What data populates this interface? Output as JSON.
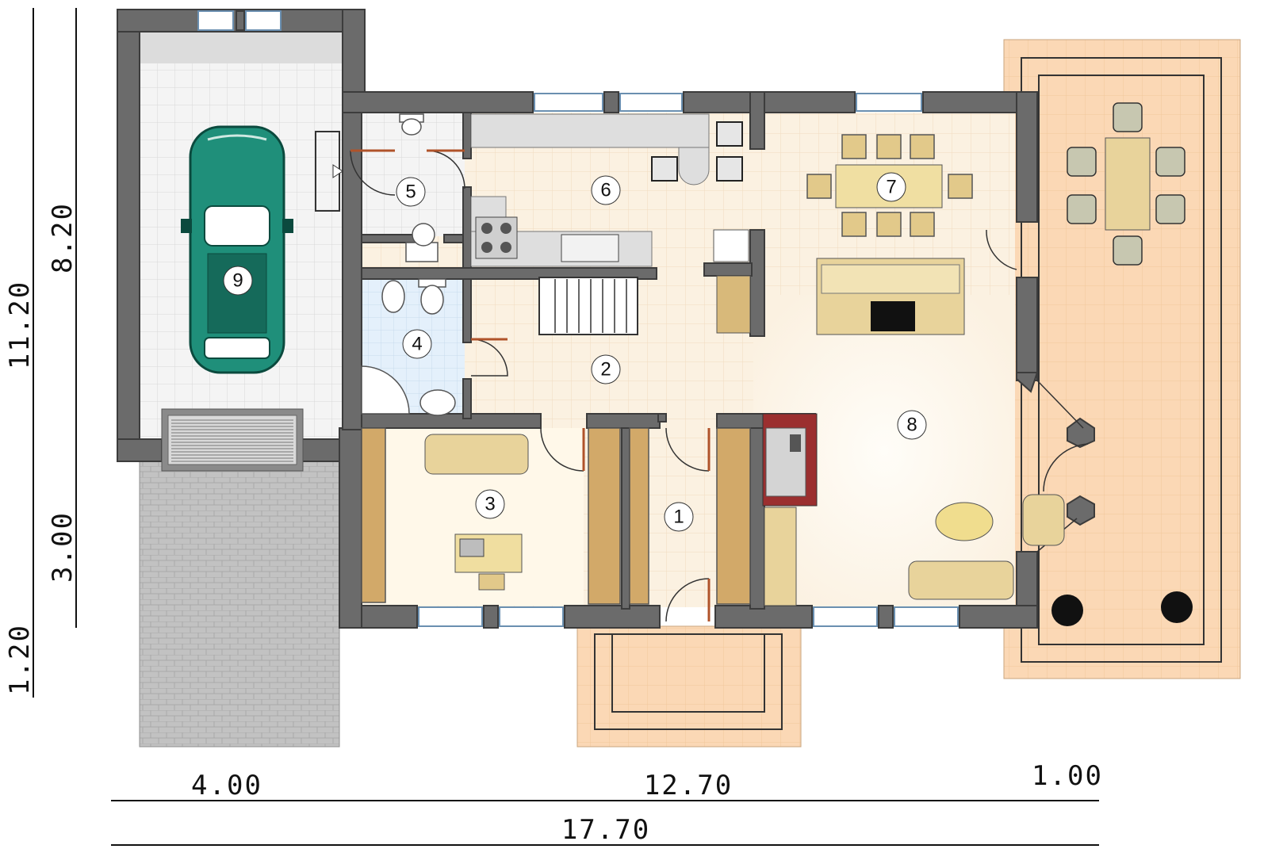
{
  "colors": {
    "wall": "#6b6b6b",
    "wall_stroke": "#3c3c3c",
    "floor_warm": "#fbf1e1",
    "floor_tile": "#f4f4f4",
    "bath_floor": "#e4f0fb",
    "terrace": "#fbd8b5",
    "paving": "#bcbcbc",
    "furniture": "#d8b97a",
    "cabinet": "#c9a36a",
    "car": "#1f8f7a",
    "room_label_bg": "#ffffff"
  },
  "icons": {
    "car": "car-icon",
    "stairs": "stairs-icon",
    "plant": "plant-icon",
    "fireplace": "fireplace-icon",
    "sofa": "sofa-icon",
    "desk": "desk-icon"
  },
  "dimensions": {
    "vertical": [
      "11.20",
      "8.20",
      "3.00",
      "1.20"
    ],
    "horizontal": [
      "4.00",
      "12.70",
      "1.00",
      "17.70"
    ]
  },
  "rooms": [
    {
      "number": "1"
    },
    {
      "number": "2"
    },
    {
      "number": "3"
    },
    {
      "number": "4"
    },
    {
      "number": "5"
    },
    {
      "number": "6"
    },
    {
      "number": "7"
    },
    {
      "number": "8"
    },
    {
      "number": "9"
    }
  ]
}
